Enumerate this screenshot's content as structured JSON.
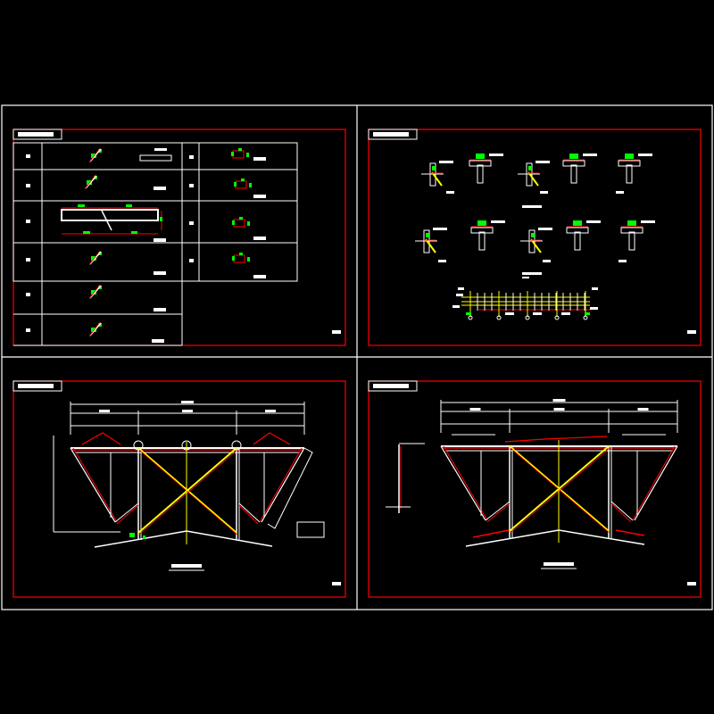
{
  "drawing": {
    "background": "#000000",
    "colors": {
      "frame": "#ffffff",
      "border": "#ff0000",
      "rebar": "#00ff00",
      "axis": "#ffff00",
      "text": "#ffffff"
    },
    "panels": [
      {
        "name": "detail-table-sheet"
      },
      {
        "name": "node-details-sheet"
      },
      {
        "name": "frame-elevation-sheet-1"
      },
      {
        "name": "frame-elevation-sheet-2"
      }
    ]
  }
}
